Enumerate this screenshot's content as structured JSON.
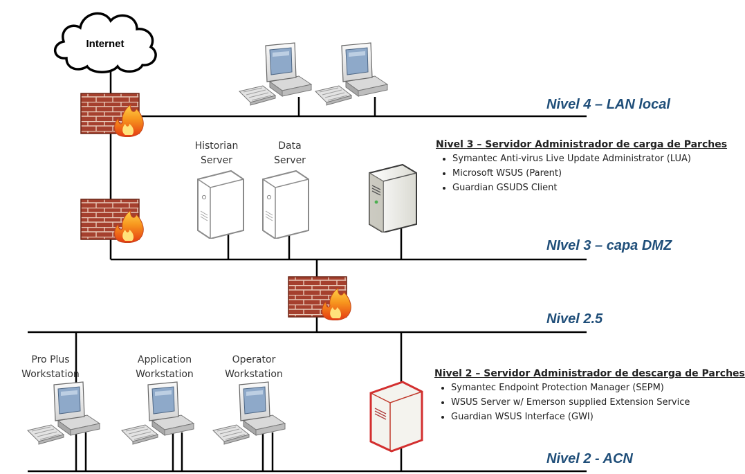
{
  "cloud": {
    "label": "Internet"
  },
  "levels": {
    "l4": "Nivel 4 – LAN local",
    "l3": "NIvel 3 – capa DMZ",
    "l25": "Nivel 2.5",
    "l2": "Nivel 2 - ACN"
  },
  "servers_l3": {
    "historian": [
      "Historian",
      "Server"
    ],
    "data": [
      "Data",
      "Server"
    ]
  },
  "workstations": {
    "proplus": [
      "Pro Plus",
      "Workstation"
    ],
    "application": [
      "Application",
      "Workstation"
    ],
    "operator": [
      "Operator",
      "Workstation"
    ]
  },
  "info_l3": {
    "title": "Nivel 3 – Servidor Administrador de carga de Parches",
    "items": [
      "Symantec Anti-virus Live Update Administrator  (LUA)",
      "Microsoft WSUS (Parent)",
      "Guardian GSUDS Client"
    ]
  },
  "info_l2": {
    "title": "Nivel 2 – Servidor Administrador de descarga de Parches",
    "items": [
      "Symantec Endpoint Protection Manager (SEPM)",
      "WSUS Server w/ Emerson supplied Extension Service",
      "Guardian WSUS Interface (GWI)"
    ]
  },
  "colors": {
    "level_text": "#1f4e79",
    "line": "#000000",
    "brick": "#9c3b2a",
    "flame": "#f28c1e",
    "highlight_server": "#d32f2f"
  }
}
